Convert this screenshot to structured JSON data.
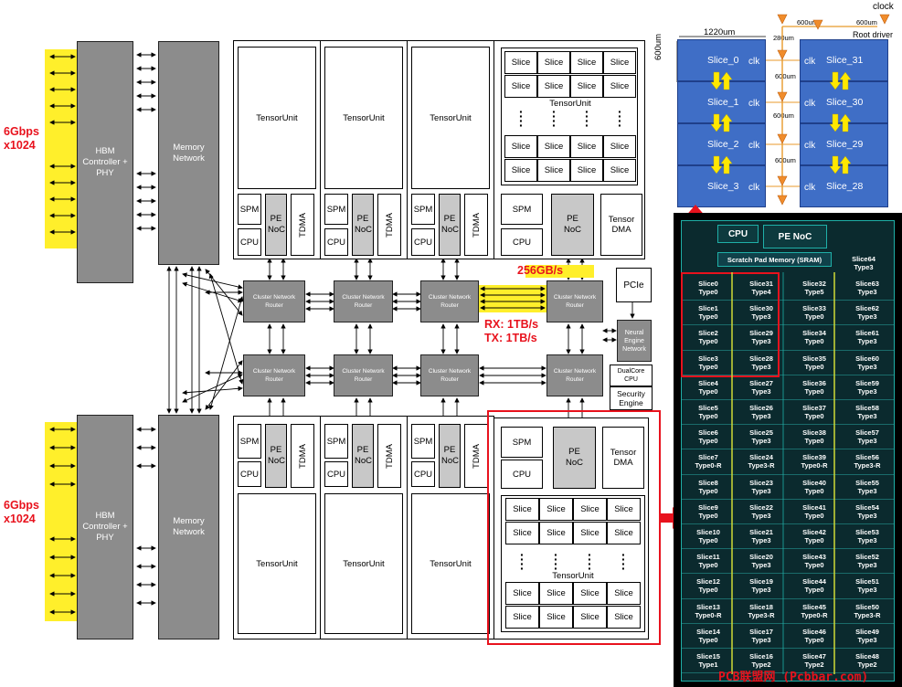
{
  "hbm": {
    "speed_label": "6Gbps",
    "width_label": "x1024",
    "controller_label": "HBM Controller + PHY",
    "memory_network_label": "Memory Network"
  },
  "compute": {
    "tensor_unit_label": "TensorUnit",
    "spm_label": "SPM",
    "cpu_label": "CPU",
    "pe_noc_label": "PE NoC",
    "tdma_label": "TDMA",
    "tensor_dma_label": "Tensor DMA",
    "slice_label": "Slice",
    "router_label": "Cluster Network Router"
  },
  "io": {
    "pcie_label": "PCIe",
    "neural_engine_network_label": "Neural Engine Network",
    "dualcore_cpu_label": "DualCore CPU",
    "security_engine_label": "Security Engine"
  },
  "bandwidth": {
    "noc_bw": "256GB/s",
    "rx": "RX: 1TB/s",
    "tx": "TX: 1TB/s"
  },
  "clock_tree": {
    "clock_label": "clock",
    "root_driver_label": "Root driver",
    "dim_600um": "600um",
    "dim_280um": "280um",
    "dim_1220um": "1220um",
    "clk_label": "clk",
    "left_slices": [
      "Slice_0",
      "Slice_1",
      "Slice_2",
      "Slice_3"
    ],
    "right_slices": [
      "Slice_31",
      "Slice_30",
      "Slice_29",
      "Slice_28"
    ]
  },
  "die": {
    "cpu_label": "CPU",
    "pe_noc_label": "PE NoC",
    "sram_label": "Scratch Pad Memory (SRAM)",
    "top_right": {
      "name": "Slice64",
      "type": "Type3"
    },
    "rows": [
      [
        [
          "Slice0",
          "Type0"
        ],
        [
          "Slice31",
          "Type4"
        ],
        [
          "Slice32",
          "Type5"
        ],
        [
          "Slice63",
          "Type3"
        ]
      ],
      [
        [
          "Slice1",
          "Type0"
        ],
        [
          "Slice30",
          "Type3"
        ],
        [
          "Slice33",
          "Type0"
        ],
        [
          "Slice62",
          "Type3"
        ]
      ],
      [
        [
          "Slice2",
          "Type0"
        ],
        [
          "Slice29",
          "Type3"
        ],
        [
          "Slice34",
          "Type0"
        ],
        [
          "Slice61",
          "Type3"
        ]
      ],
      [
        [
          "Slice3",
          "Type0"
        ],
        [
          "Slice28",
          "Type3"
        ],
        [
          "Slice35",
          "Type0"
        ],
        [
          "Slice60",
          "Type3"
        ]
      ],
      [
        [
          "Slice4",
          "Type0"
        ],
        [
          "Slice27",
          "Type3"
        ],
        [
          "Slice36",
          "Type0"
        ],
        [
          "Slice59",
          "Type3"
        ]
      ],
      [
        [
          "Slice5",
          "Type0"
        ],
        [
          "Slice26",
          "Type3"
        ],
        [
          "Slice37",
          "Type0"
        ],
        [
          "Slice58",
          "Type3"
        ]
      ],
      [
        [
          "Slice6",
          "Type0"
        ],
        [
          "Slice25",
          "Type3"
        ],
        [
          "Slice38",
          "Type0"
        ],
        [
          "Slice57",
          "Type3"
        ]
      ],
      [
        [
          "Slice7",
          "Type0-R"
        ],
        [
          "Slice24",
          "Type3-R"
        ],
        [
          "Slice39",
          "Type0-R"
        ],
        [
          "Slice56",
          "Type3-R"
        ]
      ],
      [
        [
          "Slice8",
          "Type0"
        ],
        [
          "Slice23",
          "Type3"
        ],
        [
          "Slice40",
          "Type0"
        ],
        [
          "Slice55",
          "Type3"
        ]
      ],
      [
        [
          "Slice9",
          "Type0"
        ],
        [
          "Slice22",
          "Type3"
        ],
        [
          "Slice41",
          "Type0"
        ],
        [
          "Slice54",
          "Type3"
        ]
      ],
      [
        [
          "Slice10",
          "Type0"
        ],
        [
          "Slice21",
          "Type3"
        ],
        [
          "Slice42",
          "Type0"
        ],
        [
          "Slice53",
          "Type3"
        ]
      ],
      [
        [
          "Slice11",
          "Type0"
        ],
        [
          "Slice20",
          "Type3"
        ],
        [
          "Slice43",
          "Type0"
        ],
        [
          "Slice52",
          "Type3"
        ]
      ],
      [
        [
          "Slice12",
          "Type0"
        ],
        [
          "Slice19",
          "Type3"
        ],
        [
          "Slice44",
          "Type0"
        ],
        [
          "Slice51",
          "Type3"
        ]
      ],
      [
        [
          "Slice13",
          "Type0-R"
        ],
        [
          "Slice18",
          "Type3-R"
        ],
        [
          "Slice45",
          "Type0-R"
        ],
        [
          "Slice50",
          "Type3-R"
        ]
      ],
      [
        [
          "Slice14",
          "Type0"
        ],
        [
          "Slice17",
          "Type3"
        ],
        [
          "Slice46",
          "Type0"
        ],
        [
          "Slice49",
          "Type3"
        ]
      ],
      [
        [
          "Slice15",
          "Type1"
        ],
        [
          "Slice16",
          "Type2"
        ],
        [
          "Slice47",
          "Type2"
        ],
        [
          "Slice48",
          "Type2"
        ]
      ]
    ]
  },
  "watermark": "PCB联盟网 (Pcbbar.com)"
}
